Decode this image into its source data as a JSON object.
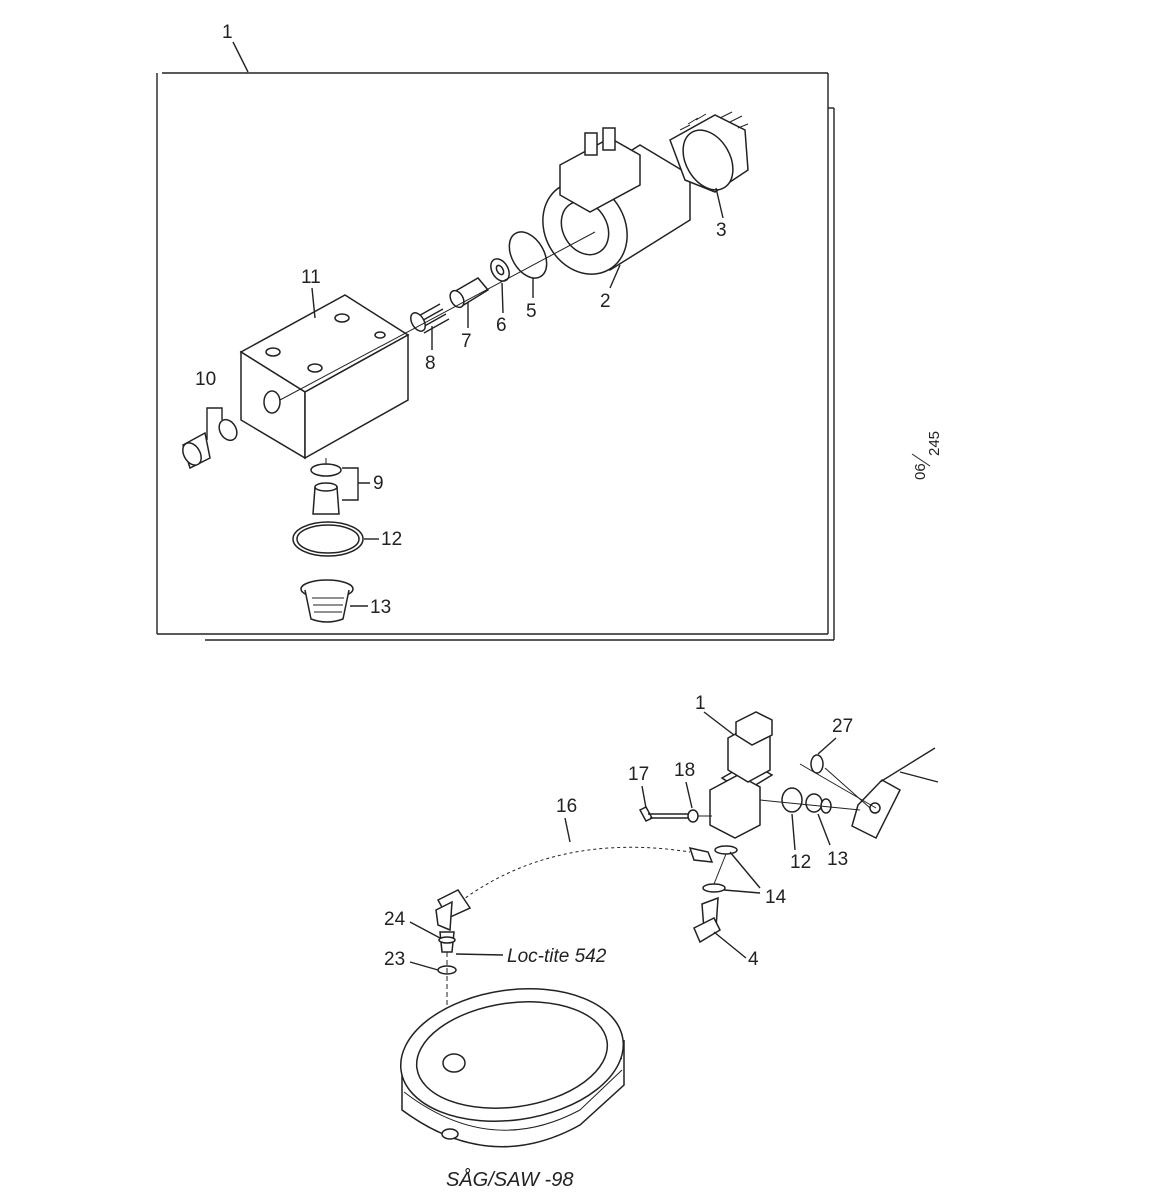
{
  "upper_diagram": {
    "assembly_label": "1",
    "callouts": {
      "coil": "2",
      "knurled_nut": "3",
      "o_ring_large": "5",
      "washer": "6",
      "plunger": "7",
      "spring": "8",
      "seal_set_lower": "9",
      "seal_set_side": "10",
      "valve_block": "11",
      "o_ring_base": "12",
      "strainer": "13"
    }
  },
  "page_reference": {
    "top": "06",
    "bottom": "245"
  },
  "lower_diagram": {
    "callouts": {
      "valve": "1",
      "banjo_bolt": "4",
      "o_ring": "12",
      "fitting": "13",
      "sealing_washers": "14",
      "hose": "16",
      "screw": "17",
      "washer": "18",
      "washer_small": "23",
      "nipple": "24",
      "o_ring_top": "27"
    },
    "loctite_note": "Loc-tite 542"
  },
  "caption": "SÅG/SAW -98"
}
